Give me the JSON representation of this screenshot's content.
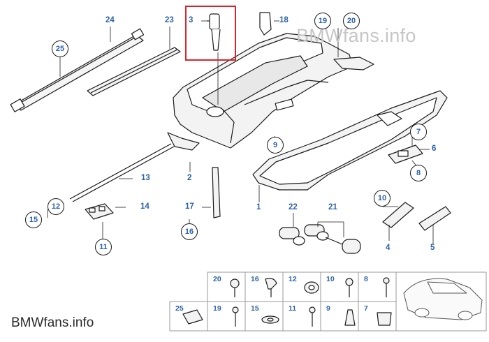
{
  "watermark_top": "BMWfans.info",
  "watermark_bottom": "BMWfans.info",
  "callouts": {
    "c1": "1",
    "c2": "2",
    "c3": "3",
    "c4": "4",
    "c5": "5",
    "c6": "6",
    "c7": "7",
    "c8": "8",
    "c9": "9",
    "c10": "10",
    "c11": "11",
    "c12": "12",
    "c13": "13",
    "c14": "14",
    "c15": "15",
    "c16": "16",
    "c17": "17",
    "c18": "18",
    "c19": "19",
    "c20": "20",
    "c21": "21",
    "c22": "22",
    "c23": "23",
    "c24": "24",
    "c25": "25"
  },
  "hardware_table": {
    "row1": [
      "20",
      "16",
      "12",
      "10",
      "8"
    ],
    "row2": [
      "25",
      "19",
      "15",
      "11",
      "9",
      "7"
    ]
  },
  "colors": {
    "callout_text": "#2b62a8",
    "highlight_box": "#d8252b",
    "line": "#1a1a1a"
  }
}
